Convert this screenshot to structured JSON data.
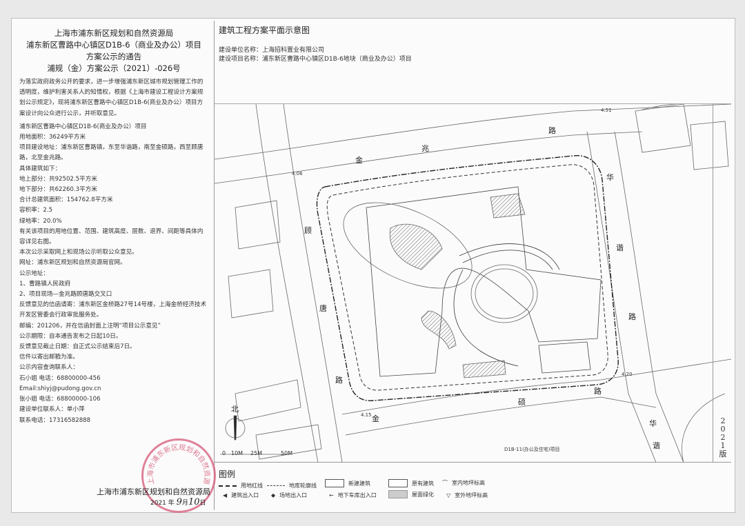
{
  "notice": {
    "header": [
      "上海市浦东新区规划和自然资源局",
      "浦东新区曹路中心镇区D1B-6（商业及办公）项目",
      "方案公示的通告",
      "浦规（金）方案公示（2021）-026号"
    ],
    "paragraphs": [
      "为落实政府政务公开的要求，进一步增强浦东新区城市规划管理工作的透明度，维护利害关系人的知情权，根据《上海市建设工程设计方案规划公示规定》，现将浦东新区曹路中心镇区D1B-6(商业及办公）项目方案设计向公众进行公示，并听取意见。",
      "浦东新区曹路中心镇区D1B-6(商业及办公）项目",
      "用地面积：36249平方米",
      "项目建设地址：浦东新区曹路镇，东至华谐路，南至金硕路，西至顾唐路，北至金兆路。",
      "具体建筑如下：",
      "地上部分：共92502.5平方米",
      "地下部分：共62260.3平方米",
      "合计总建筑面积：154762.8平方米",
      "容积率：2.5",
      "绿地率：20.0%",
      "有关该项目的用地位置、范围、建筑高度、层数、退界、间距等具体内容详见右图。",
      "本次公示采取网上和现场公示听取公众意见。",
      "网址：浦东新区规划和自然资源局官网。",
      "公示地址：",
      "1、曹路镇人民政府",
      "2、项目现场—金兆路顾唐路交叉口",
      "反馈意见的信函请寄：浦东新区金桥路27号14号楼，上海金桥经济技术开发区管委会行政审批服务处。",
      "邮编：201206，并在信函封面上注明“项目公示意见”",
      "公示期限：自本通告发布之日起10日。",
      "反馈意见截止日期：自正式公示结束后7日。",
      "信件以寄出邮戳为准。",
      "公示内容查询联系人：",
      "石小姐 电话：68800000-456",
      "Email:shiyj@pudong.gov.cn",
      "张小姐 电话：68800000-106",
      "建设单位联系人：单小萍",
      "联系电话：17316582888"
    ],
    "signature": "上海市浦东新区规划和自然资源局",
    "date_year": "2021 年",
    "date_month": "9",
    "date_day": "10",
    "date_month_unit": "月",
    "date_day_unit": "日",
    "stamp_text": "上海市浦东新区规划和自然资源局"
  },
  "plan": {
    "title": "建筑工程方案平面示意图",
    "unit_name": "建设单位名称：上海招科置业有限公司",
    "project_name": "建设项目名称：浦东新区曹路中心镇区D1B-6地块（商业及办公）项目",
    "roads": {
      "north": [
        "金",
        "兆",
        "路"
      ],
      "west": [
        "顾",
        "唐",
        "路"
      ],
      "east": [
        "华",
        "谐",
        "路"
      ],
      "south": [
        "金",
        "硕",
        "路"
      ],
      "east_south": [
        "华",
        "谐"
      ]
    },
    "elevations": [
      "4.51",
      "4.06",
      "4.20",
      "4.15"
    ],
    "north_label": "北",
    "scale": [
      "0",
      "10M",
      "25M",
      "50M"
    ],
    "neighbor": "D1B-11(办公及住宅)项目",
    "version": [
      "2",
      "0",
      "2",
      "1",
      "版"
    ]
  },
  "legend": {
    "title": "图例",
    "items": [
      "用地红线",
      "地库轮廓线",
      "新建建筑",
      "原有建筑",
      "室内地坪标高",
      "建筑出入口",
      "场地出入口",
      "地下车库出入口",
      "屋面绿化",
      "室外地坪标高"
    ]
  }
}
